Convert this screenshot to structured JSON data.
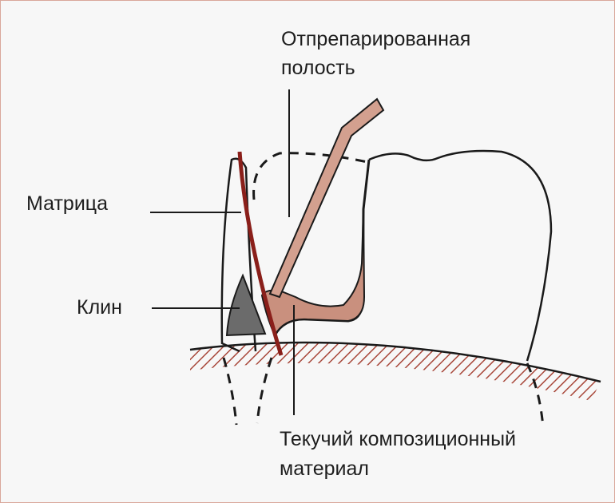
{
  "labels": {
    "cavity_line1": "Отпрепарированная",
    "cavity_line2": "полость",
    "matrix": "Матрица",
    "wedge": "Клин",
    "flowable_line1": "Текучий композиционный",
    "flowable_line2": "материал"
  },
  "colors": {
    "outline": "#1a1a1a",
    "gingiva_hatch": "#a8473a",
    "matrix_band": "#8a1f1a",
    "composite": "#c9907e",
    "instrument": "#d3a08f",
    "wedge": "#6b6b6b"
  }
}
